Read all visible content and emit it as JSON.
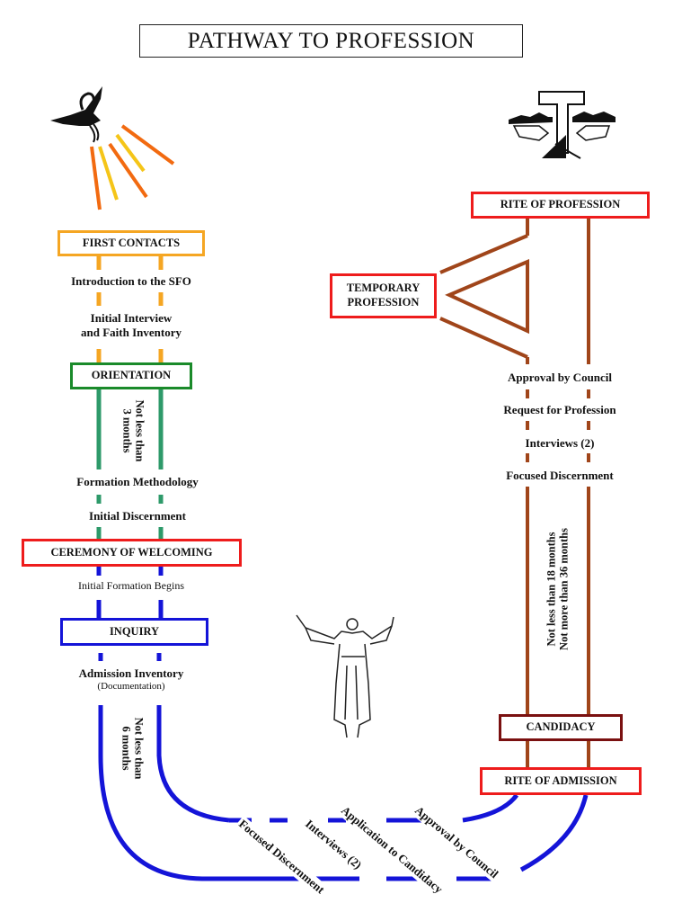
{
  "title": "PATHWAY TO PROFESSION",
  "colors": {
    "orange": "#f5a623",
    "green": "#1a8a2a",
    "teal": "#2e9a6a",
    "red": "#ee1c1c",
    "blue": "#1414d8",
    "brown": "#a0451a",
    "dark_red": "#7a1010"
  },
  "icons": {
    "dove": "holy-spirit-dove-icon",
    "tau": "franciscan-tau-cross-icon",
    "friar": "st-francis-figure-icon"
  },
  "left_path": {
    "stages": {
      "first_contacts": "FIRST CONTACTS",
      "orientation": "ORIENTATION",
      "ceremony": "CEREMONY OF WELCOMING",
      "inquiry": "INQUIRY"
    },
    "steps": {
      "intro_sfo": "Introduction to the SFO",
      "interview_line1": "Initial Interview",
      "interview_line2": "and Faith Inventory",
      "formation_methodology": "Formation Methodology",
      "initial_discernment": "Initial Discernment",
      "initial_formation": "Initial Formation Begins",
      "admission_inventory": "Admission Inventory",
      "documentation": "(Documentation)"
    },
    "durations": {
      "orientation_line1": "Not less than",
      "orientation_line2": "3 months",
      "inquiry_line1": "Not less than",
      "inquiry_line2": "6 months"
    }
  },
  "bottom_path": {
    "steps": [
      "Focused Discernment",
      "Interviews (2)",
      "Application to Candidacy",
      "Approval by Council"
    ]
  },
  "right_path": {
    "stages": {
      "rite_of_admission": "RITE OF ADMISSION",
      "candidacy": "CANDIDACY",
      "temporary_line1": "TEMPORARY",
      "temporary_line2": "PROFESSION",
      "rite_of_profession": "RITE OF PROFESSION"
    },
    "durations": {
      "line1": "Not less than 18 months",
      "line2": "Not more than 36 months"
    },
    "steps": {
      "focused_discernment": "Focused Discernment",
      "interviews": "Interviews (2)",
      "request": "Request for Profession",
      "approval": "Approval by Council"
    }
  }
}
